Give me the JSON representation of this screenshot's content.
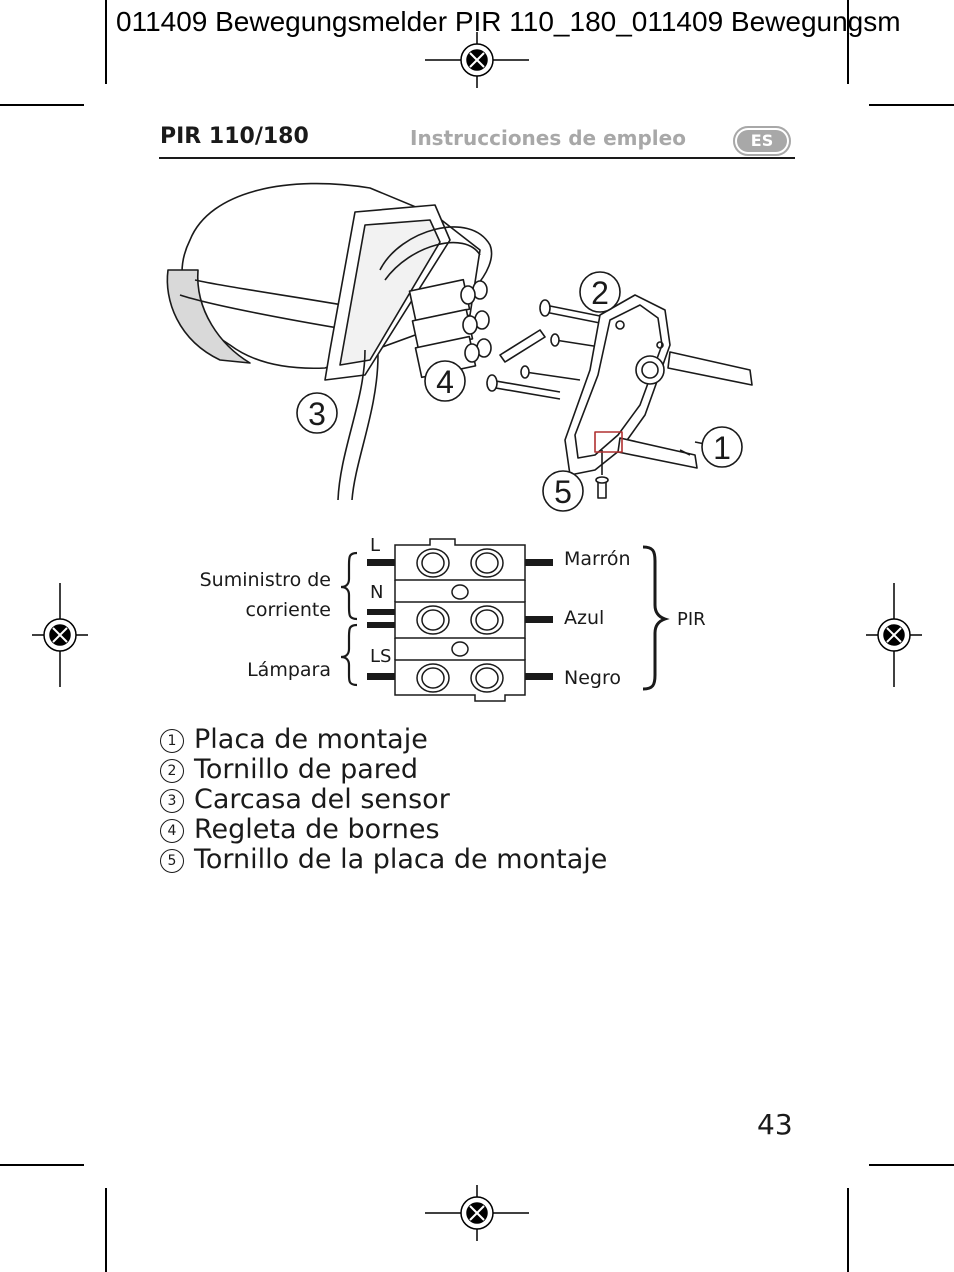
{
  "slug": "011409 Bewegungsmelder PIR 110_180_011409 Bewegungsm",
  "header": {
    "model": "PIR 110/180",
    "title": "Instrucciones de empleo",
    "lang_badge": "ES"
  },
  "figure": {
    "callouts": [
      "1",
      "2",
      "3",
      "4",
      "5"
    ]
  },
  "wiring": {
    "supply_label_line1": "Suministro de",
    "supply_label_line2": "corriente",
    "lamp_label": "Lámpara",
    "terminal_l": "L",
    "terminal_n": "N",
    "terminal_ls": "LS",
    "wire_brown": "Marrón",
    "wire_blue": "Azul",
    "wire_black": "Negro",
    "device_label": "PIR"
  },
  "legend": [
    {
      "num": "1",
      "text": "Placa de montaje"
    },
    {
      "num": "2",
      "text": "Tornillo de pared"
    },
    {
      "num": "3",
      "text": "Carcasa del sensor"
    },
    {
      "num": "4",
      "text": "Regleta de bornes"
    },
    {
      "num": "5",
      "text": "Tornillo de la placa de montaje"
    }
  ],
  "page_number": "43"
}
